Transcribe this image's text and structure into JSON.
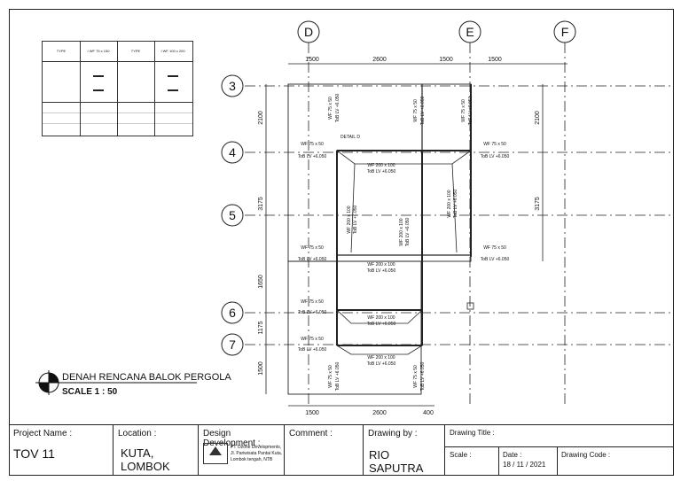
{
  "drawing": {
    "grid_labels": {
      "D": "D",
      "E": "E",
      "F": "F",
      "r3": "3",
      "r4": "4",
      "r5": "5",
      "r6": "6",
      "r7": "7"
    },
    "top_dims": [
      "1500",
      "2600",
      "1500",
      "1500"
    ],
    "bottom_dims": [
      "1500",
      "2600",
      "400"
    ],
    "left_dims": [
      "2100",
      "3175",
      "1650",
      "1175",
      "1500"
    ],
    "right_dims": [
      "2100",
      "3175"
    ],
    "beam_wf75": "WF 75 x 50",
    "beam_wf200": "WF 200 x 100",
    "beam_level": "ToB LV +6.050",
    "detail_tag": "DETAIL D"
  },
  "title": {
    "main": "DENAH RENCANA BALOK PERGOLA",
    "scale": "SCALE  1 : 50"
  },
  "legend": {
    "headers": [
      "TYPE",
      "I WF 75 x 150",
      "TYPE",
      "I WF 100 x 200"
    ]
  },
  "title_block": {
    "project_name_label": "Project Name :",
    "project_name": "TOV 11",
    "location_label": "Location :",
    "location": "KUTA, LOMBOK",
    "design_label": "Design Development :",
    "design_company": "PT Ozone Developments,",
    "design_address1": "Jl. Pariwisata Pantai Kuta,",
    "design_address2": "Lombok tengah, NTB",
    "comment_label": "Comment :",
    "drawing_by_label": "Drawing by :",
    "drawing_by": "RIO SAPUTRA",
    "drawing_title_label": "Drawing Title :",
    "scale_label": "Scale :",
    "date_label": "Date :",
    "date": "18 / 11 / 2021",
    "drawing_code_label": "Drawing Code :"
  }
}
